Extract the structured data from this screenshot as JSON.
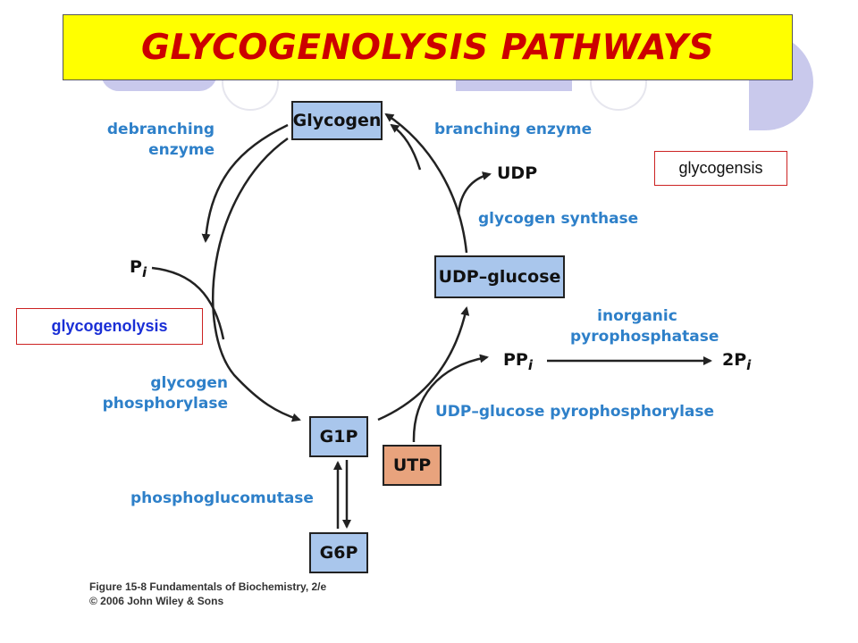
{
  "title": "GLYCOGENOLYSIS PATHWAYS",
  "tags": {
    "glycogenesis": "glycogensis",
    "glycogenolysis": "glycogenolysis"
  },
  "nodes": {
    "glycogen": "Glycogen",
    "udp_glucose": "UDP–glucose",
    "g1p": "G1P",
    "g6p": "G6P",
    "utp": "UTP"
  },
  "chemicals": {
    "udp": "UDP",
    "pi_base": "P",
    "pi_sub": "i",
    "ppi_base": "PP",
    "ppi_sub": "i",
    "two_pi_base": "2P",
    "two_pi_sub": "i"
  },
  "enzymes": {
    "debranching_1": "debranching",
    "debranching_2": "enzyme",
    "branching": "branching enzyme",
    "glycogen_synthase": "glycogen synthase",
    "inorganic_1": "inorganic",
    "inorganic_2": "pyrophosphatase",
    "phosphorylase_1": "glycogen",
    "phosphorylase_2": "phosphorylase",
    "udp_ppase": "UDP–glucose pyrophosphorylase",
    "phosphoglucomutase": "phosphoglucomutase"
  },
  "caption": {
    "line1": "Figure 15-8  Fundamentals of Biochemistry, 2/e",
    "line2": "© 2006 John Wiley & Sons"
  },
  "colors": {
    "title_bg": "#ffff00",
    "title_text": "#cc0000",
    "enzyme_label": "#2e80c9",
    "node_blue": "#a9c6ec",
    "node_orange": "#e8a37d",
    "glycogenolysis_text": "#1a2fd6",
    "decor": "#c9c9ec"
  }
}
